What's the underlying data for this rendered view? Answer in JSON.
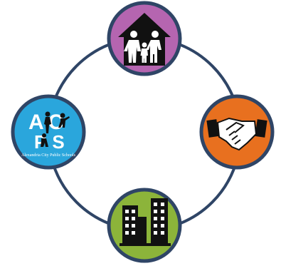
{
  "diagram": {
    "logo": {
      "letters_top": "AC",
      "letters_bottom": "PS",
      "org_name": "Alexandria City Public Schools"
    },
    "nodes": [
      {
        "id": "family",
        "icon": "family-house-icon",
        "color": "#b565b0"
      },
      {
        "id": "partnership",
        "icon": "handshake-icon",
        "color": "#e8701f"
      },
      {
        "id": "community",
        "icon": "city-buildings-icon",
        "color": "#8cb43a"
      },
      {
        "id": "school",
        "icon": "acps-logo",
        "color": "#2aa6dc"
      }
    ],
    "ring_color": "#2f4566"
  }
}
